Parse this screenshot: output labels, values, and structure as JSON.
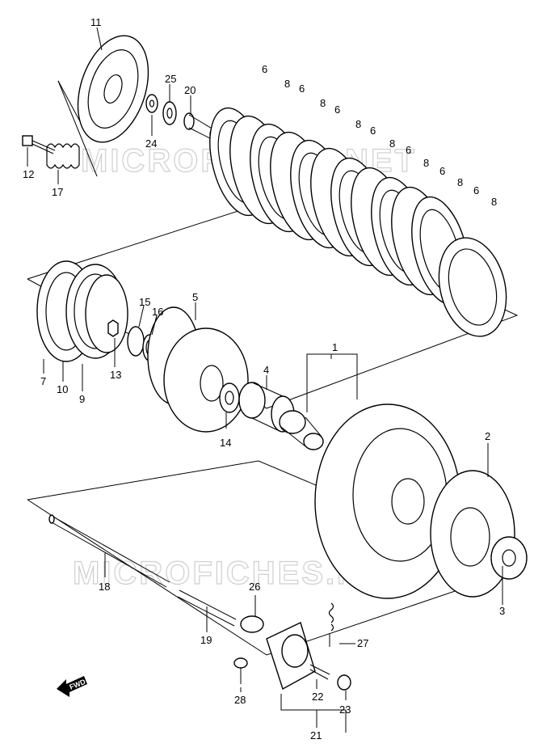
{
  "watermarks": [
    "MICROFICHES.NET",
    "MICROFICHES.NET"
  ],
  "fwd_label": "FWD",
  "callouts": {
    "p1": "1",
    "p2": "2",
    "p3": "3",
    "p4": "4",
    "p5": "5",
    "p6": "6",
    "p7": "7",
    "p8": "8",
    "p9": "9",
    "p10": "10",
    "p11": "11",
    "p12": "12",
    "p13": "13",
    "p14": "14",
    "p15": "15",
    "p16": "16",
    "p17": "17",
    "p18": "18",
    "p19": "19",
    "p20": "20",
    "p21": "21",
    "p22": "22",
    "p23": "23",
    "p24": "24",
    "p25": "25",
    "p26": "26",
    "p27": "27",
    "p28": "28"
  }
}
